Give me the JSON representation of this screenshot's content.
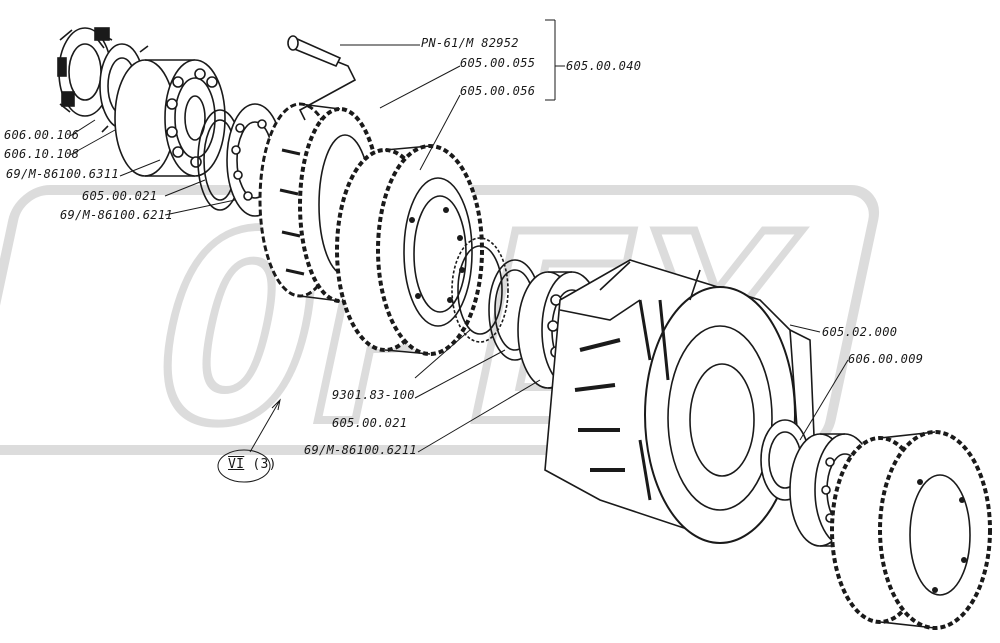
{
  "labels": {
    "pin": "PN-61/M 82952",
    "gear_055": "605.00.055",
    "assembly_040": "605.00.040",
    "gear_056": "605.00.056",
    "nut_106": "606.00.106",
    "washer_108": "606.10.108",
    "bearing_6311": "69/M-86100.6311",
    "ring_021_top": "605.00.021",
    "bearing_6211_top": "69/M-86100.6211",
    "clutch_000": "605.02.000",
    "spacer_009": "606.00.009",
    "snap_ring": "9301.83-100",
    "ring_021_bottom": "605.00.021",
    "bearing_6211_bottom": "69/M-86100.6211",
    "view_ref_roman": "VI",
    "view_ref_number": "(3)"
  },
  "watermark": "OPEX",
  "colors": {
    "ink": "#1a1a1a",
    "watermark": "#d9d9d9",
    "background": "#ffffff"
  }
}
